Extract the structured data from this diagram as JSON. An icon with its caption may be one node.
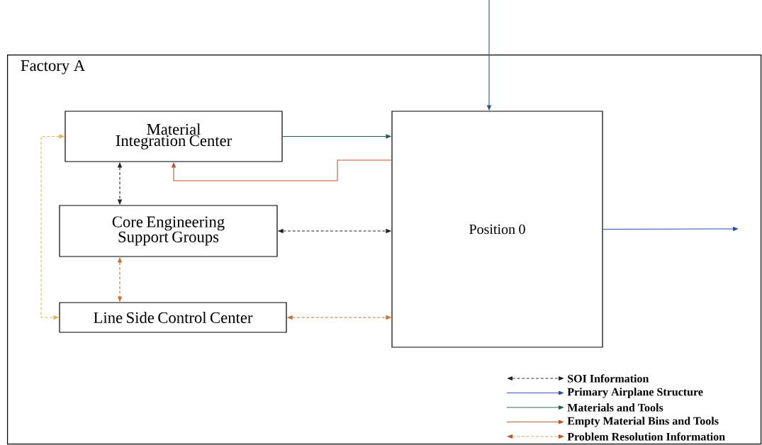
{
  "diagram": {
    "nodes": [
      {
        "text": [
          "Factory A"
        ]
      },
      {
        "text": [
          "Material Integration Center"
        ],
        "in": 0
      },
      {
        "text": [
          "Core Engineering Support Groups"
        ],
        "in": 0
      },
      {
        "text": [
          "Line Side Control Center"
        ],
        "in": 0
      },
      {
        "text": [
          "Position 0"
        ],
        "in": 0
      }
    ],
    "edges": [
      {
        "from": null,
        "to": 4,
        "arrow": "to",
        "color": "#2a4fa8"
      },
      {
        "from": 4,
        "to": null,
        "arrow": "to",
        "color": "#2a4fa8"
      },
      {
        "from": 1,
        "to": 4,
        "arrow": "to",
        "color": "#1f5e4e"
      },
      {
        "from": 4,
        "to": 1,
        "arrow": "to",
        "color": "#c0502a"
      },
      {
        "from": 1,
        "to": 2,
        "arrow": "both",
        "style": "dashed",
        "color": "#222222"
      },
      {
        "from": 2,
        "to": 4,
        "arrow": "both",
        "style": "dashed",
        "color": "#222222"
      },
      {
        "from": 2,
        "to": 3,
        "arrow": "both",
        "style": "dashed",
        "color": "#c9702e"
      },
      {
        "from": 3,
        "to": 4,
        "arrow": "both",
        "style": "dashed",
        "color": "#c9702e"
      },
      {
        "from": 1,
        "to": 3,
        "arrow": "both",
        "style": "dashed",
        "color": "#e0b850"
      }
    ],
    "legend": [
      {
        "text": "SOI Information"
      },
      {
        "text": "Primary Airplane Structure"
      },
      {
        "text": "Materials and Tools"
      },
      {
        "text": "Empty Material Bins and Tools"
      },
      {
        "text": "Problem Resolution Information"
      }
    ]
  }
}
